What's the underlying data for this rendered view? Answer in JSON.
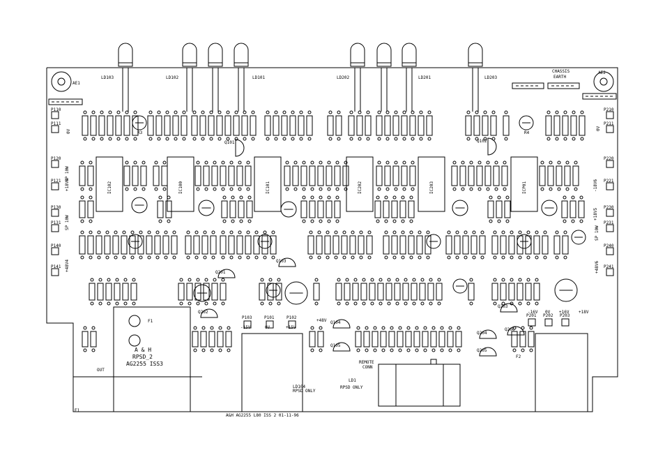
{
  "board": {
    "footer_text": "A&H AG2255 L80 ISS 2 01-11-96",
    "corner_label": "E1",
    "logo": {
      "line1": "A & H",
      "line2": "RPSD_2",
      "line3": "AG2255 ISS3"
    }
  },
  "leds": [
    "LD103",
    "LD102",
    "LD101",
    "LD202",
    "LD201",
    "LD203"
  ],
  "led_lower_labels": [
    "LD104",
    "LD1"
  ],
  "ics": [
    "IC102",
    "IC100",
    "IC101",
    "IC202",
    "IC203",
    "ICP01"
  ],
  "transistors": [
    "Q101",
    "Q102",
    "Q103",
    "Q104",
    "Q105",
    "Q201",
    "Q202",
    "Q203",
    "Q204",
    "Q205",
    "Q206"
  ],
  "connectors": {
    "left": [
      "P110",
      "P111",
      "P120",
      "P121",
      "P130",
      "P131",
      "P140",
      "P141"
    ],
    "right": [
      "P210",
      "P211",
      "P220",
      "P221",
      "P230",
      "P231",
      "P240",
      "P241"
    ],
    "bottom": [
      "P103",
      "P101",
      "P102",
      "P201",
      "P202",
      "P203"
    ]
  },
  "side_labels_left": [
    "0V",
    "SP 10W",
    "+18V4",
    "SP 10W",
    "+48V4"
  ],
  "side_labels_right": [
    "0V",
    "-18V6",
    "+18V5",
    "SP 10W",
    "+48V6"
  ],
  "power_labels": [
    "-15V",
    "0V",
    "+15V",
    "+48V",
    "-16V",
    "0V",
    "+16V",
    "+18V"
  ],
  "misc_labels": {
    "chassis": "CHASSIS",
    "earth": "EARTH",
    "remote": "REMOTE",
    "remote2": "CONN",
    "rpsd_only": "RPSD ONLY",
    "out": "OUT",
    "ae1": "AE1",
    "ae2": "AE2",
    "f1": "F1",
    "f2": "F2",
    "r3": "R3",
    "r4": "R4"
  }
}
